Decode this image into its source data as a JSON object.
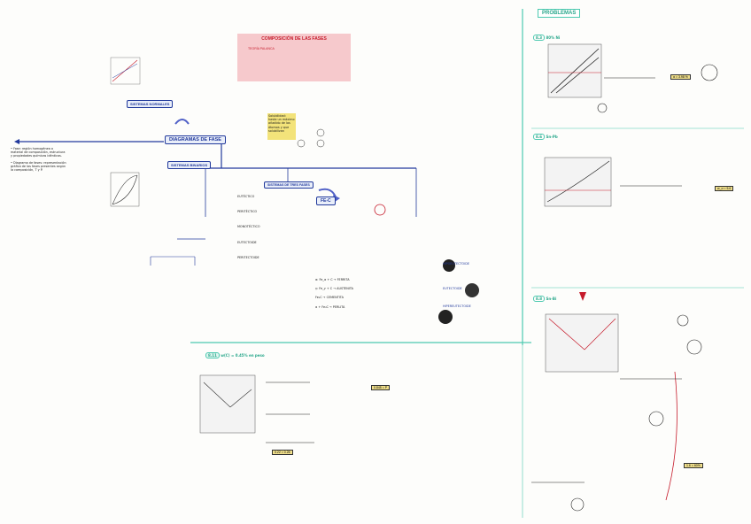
{
  "problems_title": "PROBLEMAS",
  "concentration_title": "COMPOSICIÓN DE LAS FASES",
  "concentration_sub": "TEORÍA PALANCA",
  "phase_diagram_title": "DIAGRAMAS DE FASE",
  "general_types_title": "SISTEMAS NORMALES",
  "binary_systems_title": "SISTEMAS BINARIOS",
  "three_phase_title": "SISTEMAS DE TRES FASES",
  "fe_c_title": "FE-C",
  "left_notes": [
    "• Fase: región homogénea o",
    "  material de composición, estructura",
    "  y propiedades químicas idénticas.",
    "• Diagrama de fases: representación",
    "  gráfica de las fases presentes según",
    "  la composición, T y P."
  ],
  "sticky_note": "Solubilidad: hasta un máximo añadido de los átomos y que solubilizan",
  "three_phase_items": [
    "EUTÉCTICO",
    "PERITÉCTICO",
    "MONOTÉCTICO",
    "EUTECTOIDE",
    "PERITECTOIDE"
  ],
  "fe_c_items": [
    "α: Fe_α + C → FERRITA",
    "γ: Fe_γ + C → AUSTENITA",
    "Fe₃C → CEMENTITA",
    "α + Fe₃C → PERLITA"
  ],
  "micro_labels": [
    "HIPOEUTECTOIDE",
    "EUTECTOIDE",
    "HIPEREUTECTOIDE"
  ],
  "problems": [
    {
      "id": "8.3",
      "label": "80% Ni"
    },
    {
      "id": "8.6",
      "label": "Sn-Pb"
    },
    {
      "id": "8.8",
      "label": "Sn-Bi"
    },
    {
      "id": "8.11",
      "label": "w(C) = 0.45% en peso"
    }
  ],
  "answers": [
    "α = 3.98 %",
    "w_α = 5.6",
    "0.845 = P",
    "0.22 = 0.26",
    "1.6 = 60%"
  ],
  "colors": {
    "blue": "#223a9c",
    "teal": "#4cc9b0",
    "red": "#c61b2b",
    "yellow": "#f1e08b",
    "pink": "#f6c9cc"
  }
}
